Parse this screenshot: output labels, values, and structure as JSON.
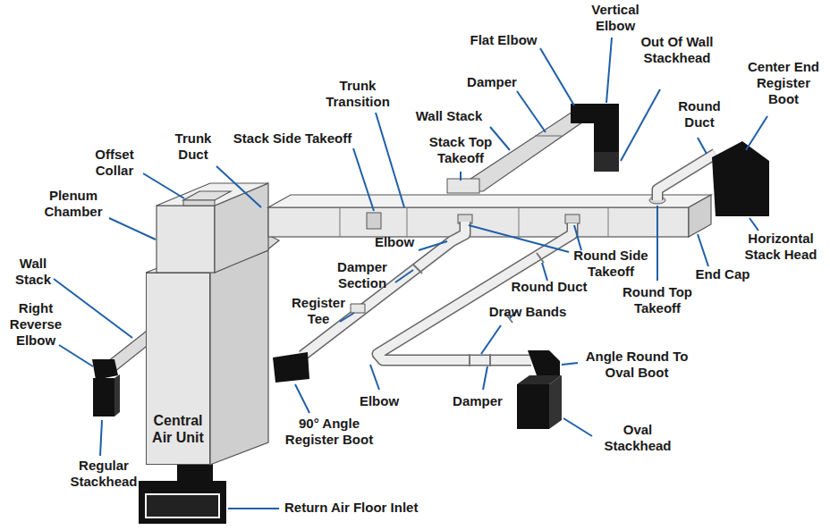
{
  "diagram": {
    "nodes": [
      {
        "text": [
          "Central Air Unit"
        ]
      }
    ],
    "labels": [
      "Vertical Elbow",
      "Flat Elbow",
      "Out Of Wall Stackhead",
      "Center End Register Boot",
      "Damper",
      "Round Duct",
      "Trunk Transition",
      "Wall Stack",
      "Stack Top Takeoff",
      "Stack Side Takeoff",
      "Trunk Duct",
      "Offset Collar",
      "Plenum Chamber",
      "Elbow",
      "Damper Section",
      "Round Side Takeoff",
      "Round Duct",
      "Round Top Takeoff",
      "End Cap",
      "Horizontal Stack Head",
      "Wall Stack",
      "Right Reverse Elbow",
      "Register Tee",
      "Draw Bands",
      "Elbow",
      "Damper",
      "Angle Round To Oval Boot",
      "Oval Stackhead",
      "90° Angle Register Boot",
      "Regular Stackhead",
      "Return Air Floor Inlet"
    ]
  }
}
